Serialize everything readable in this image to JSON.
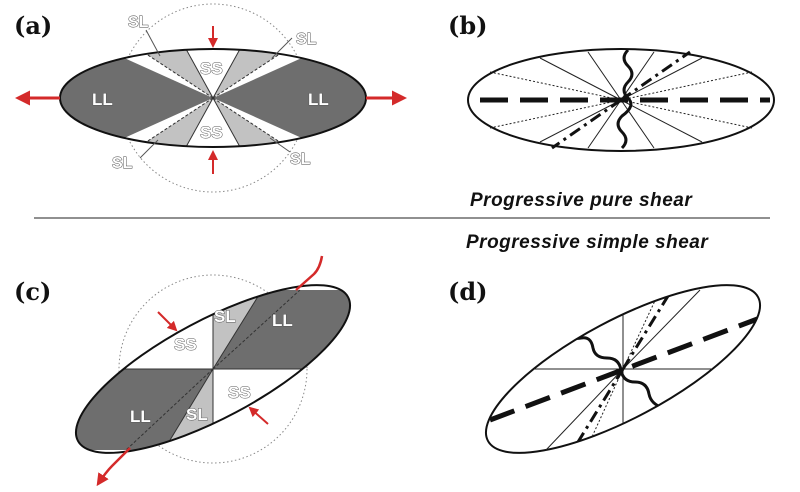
{
  "colors": {
    "dark_zone": "#6e6e6e",
    "light_zone": "#c2c2c2",
    "arrow": "#d42a2a",
    "line": "#111111"
  },
  "panels": {
    "a": {
      "label": "(a)"
    },
    "b": {
      "label": "(b)"
    },
    "c": {
      "label": "(c)"
    },
    "d": {
      "label": "(d)"
    }
  },
  "zones": {
    "ll": "LL",
    "ss": "SS",
    "sl": "SL"
  },
  "captions": {
    "pure_shear": "Progressive pure shear",
    "simple_shear": "Progressive simple shear"
  }
}
